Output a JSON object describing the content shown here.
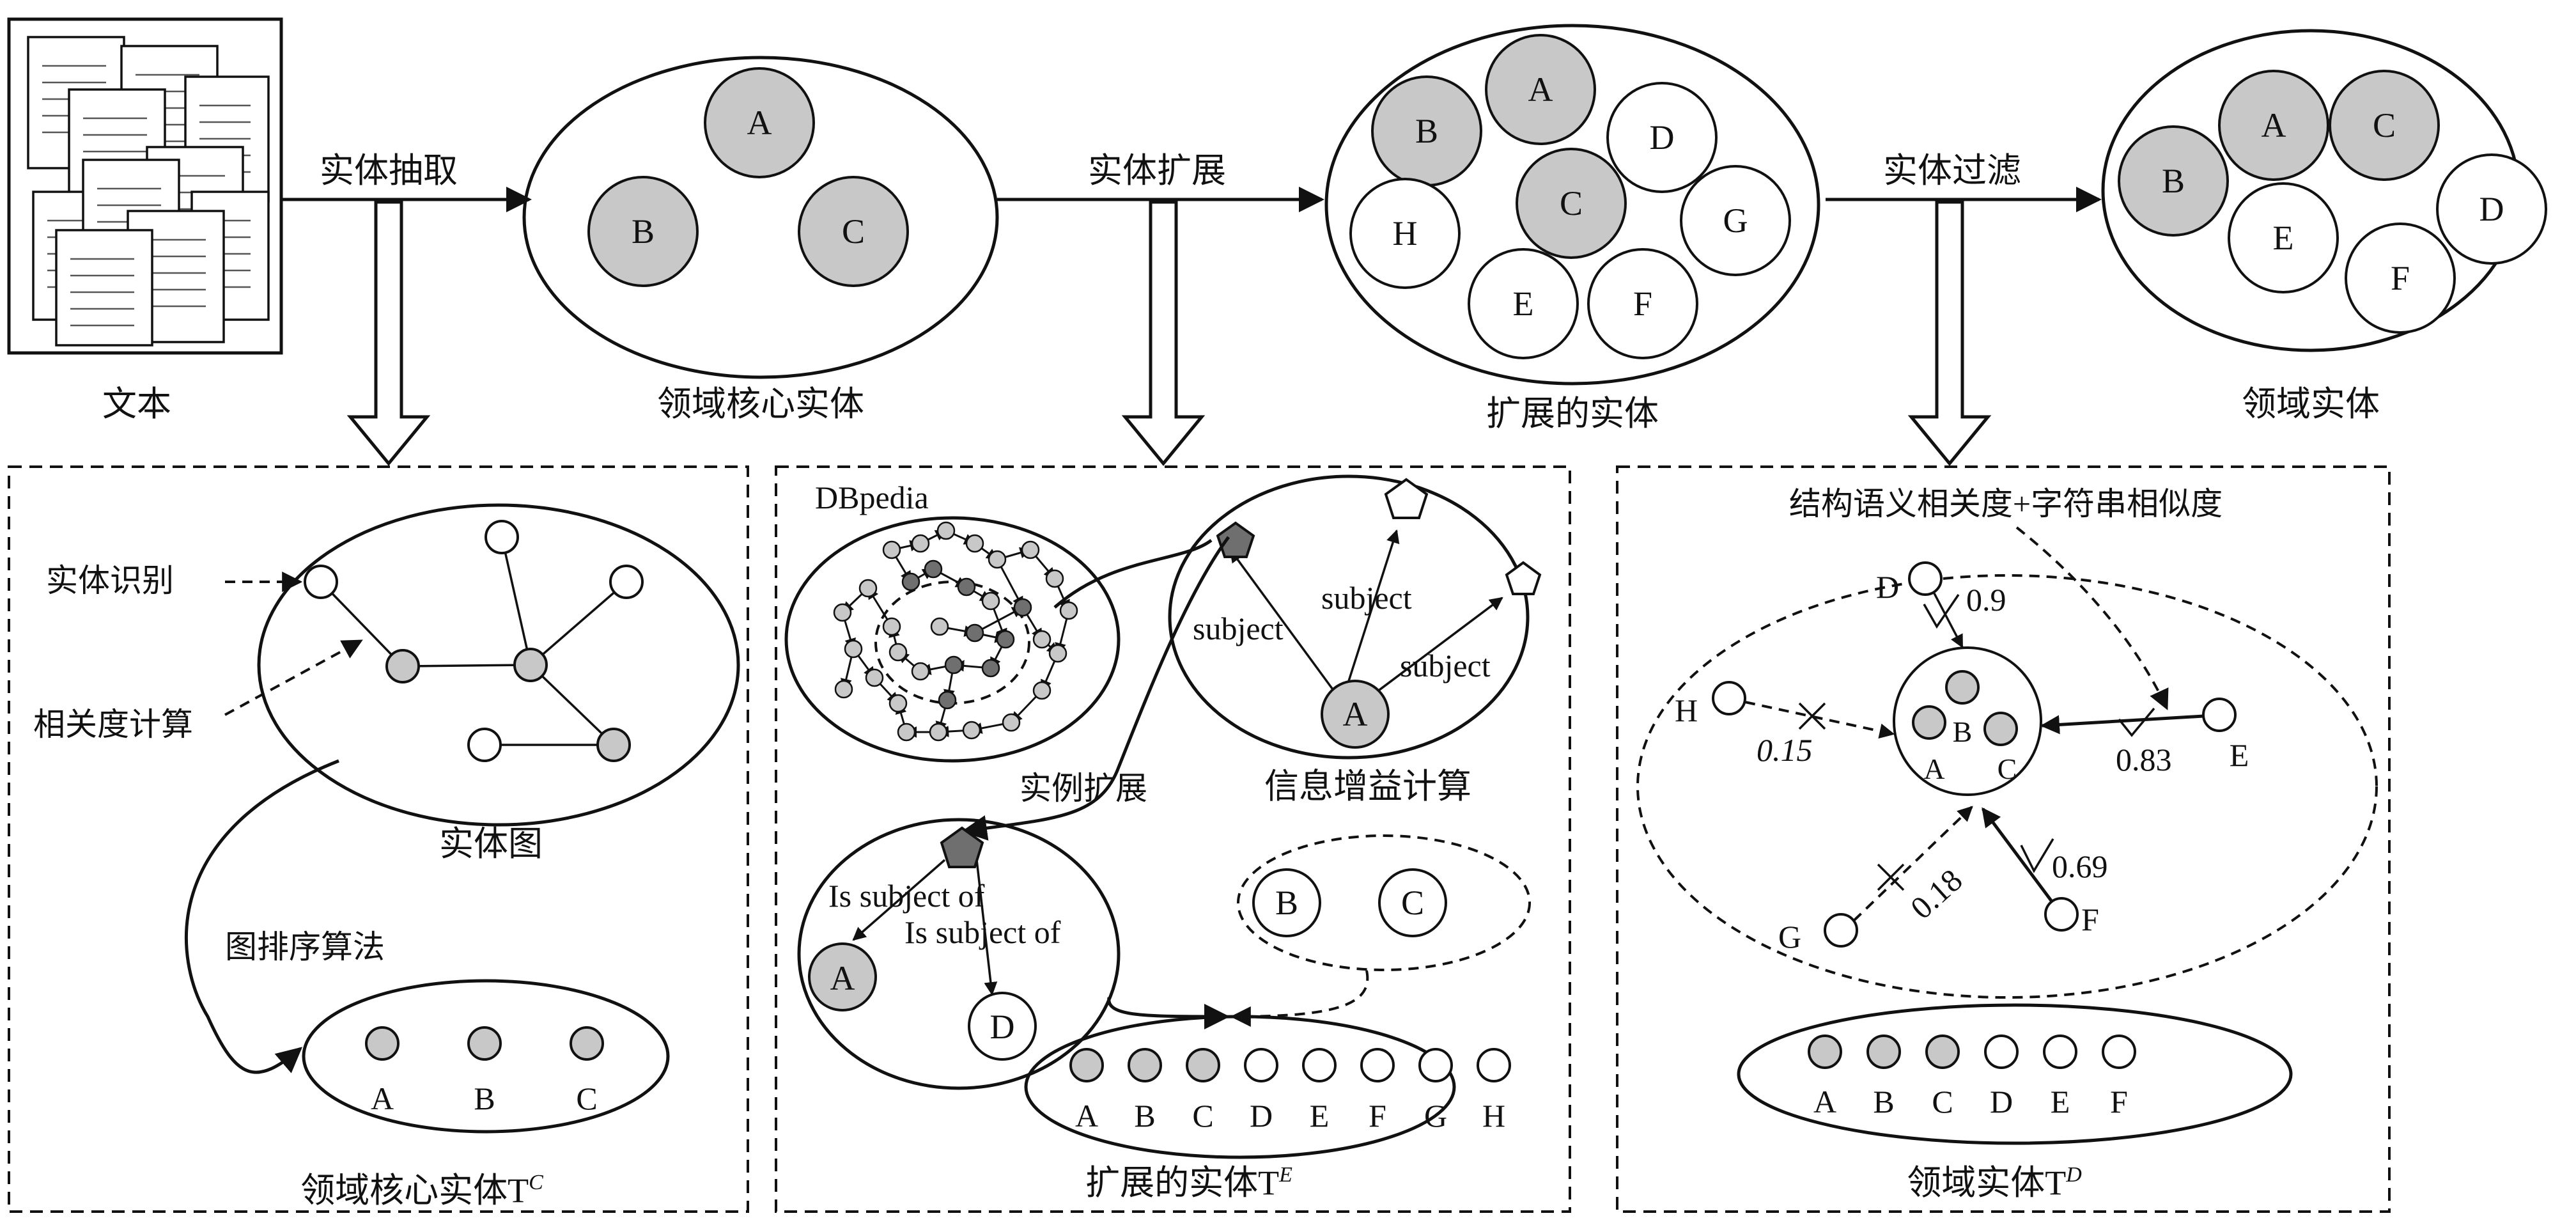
{
  "stages": {
    "text": "文本",
    "core": "领域核心实体",
    "expanded": "扩展的实体",
    "domain": "领域实体"
  },
  "steps": {
    "extract": "实体抽取",
    "expand": "实体扩展",
    "filter": "实体过滤"
  },
  "panel1": {
    "recognize": "实体识别",
    "relevance": "相关度计算",
    "graph": "实体图",
    "rank": "图排序算法",
    "result_main": "领域核心实体T",
    "result_sup": "C"
  },
  "panel2": {
    "source": "DBpedia",
    "subject1": "subject",
    "subject2": "subject",
    "subject3": "subject",
    "gain": "信息增益计算",
    "instance": "实例扩展",
    "is_subject_of_1": "Is subject of",
    "is_subject_of_2": "Is subject of",
    "result_main": "扩展的实体T",
    "result_sup": "E"
  },
  "panel3": {
    "measure": "结构语义相关度+字符串相似度",
    "scores": {
      "D": "0.9",
      "H": "0.15",
      "E": "0.83",
      "G": "0.18",
      "F": "0.69"
    },
    "result_main": "领域实体T",
    "result_sup": "D"
  },
  "entities": {
    "A": "A",
    "B": "B",
    "C": "C",
    "D": "D",
    "E": "E",
    "F": "F",
    "G": "G",
    "H": "H"
  },
  "colors": {
    "core_entity": "#c8c8c8",
    "dbpedia_node": "#6f6f6f",
    "outline": "#111111"
  }
}
